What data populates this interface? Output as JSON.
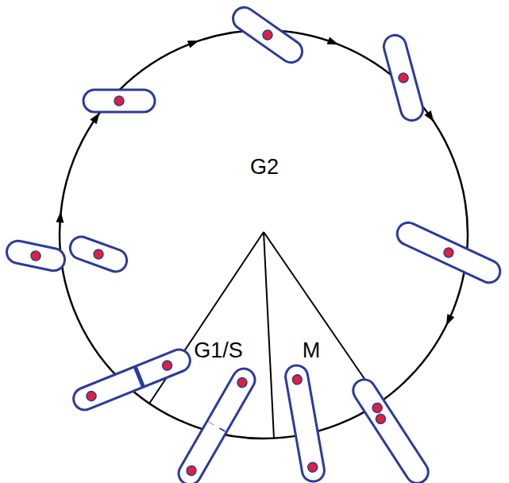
{
  "diagram": {
    "labels": [
      "G2",
      "G1/S",
      "M"
    ]
  }
}
